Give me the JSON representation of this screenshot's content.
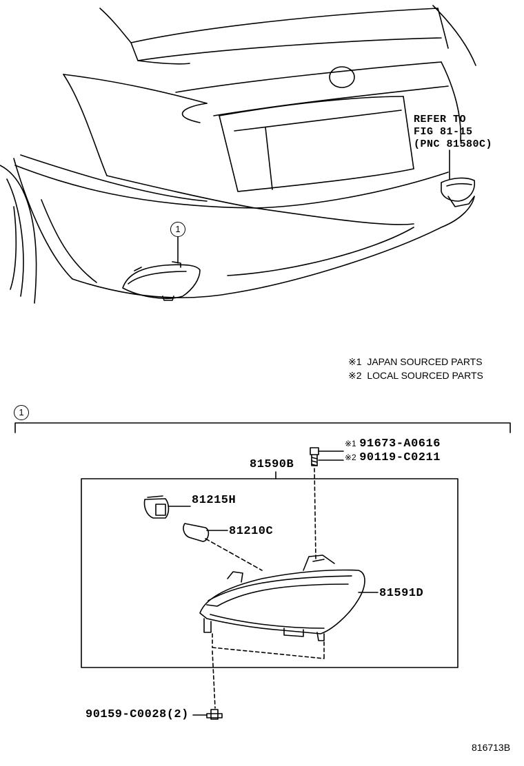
{
  "diagram": {
    "callout_index": "1",
    "refer_note": {
      "line1": "REFER TO",
      "line2": "FIG 81-15",
      "line3": "(PNC 81580C)"
    },
    "legend": [
      {
        "mark": "※1",
        "text": "JAPAN SOURCED PARTS"
      },
      {
        "mark": "※2",
        "text": "LOCAL SOURCED PARTS"
      }
    ],
    "parts": {
      "assembly": "81590B",
      "socket": "81215H",
      "bulb": "81210C",
      "lens_body": "81591D",
      "screw_top_1_mark": "※1",
      "screw_top_1": "91673-A0616",
      "screw_top_2_mark": "※2",
      "screw_top_2": "90119-C0211",
      "screw_bottom": "90159-C0028(2)"
    },
    "figure_id": "816713B"
  }
}
